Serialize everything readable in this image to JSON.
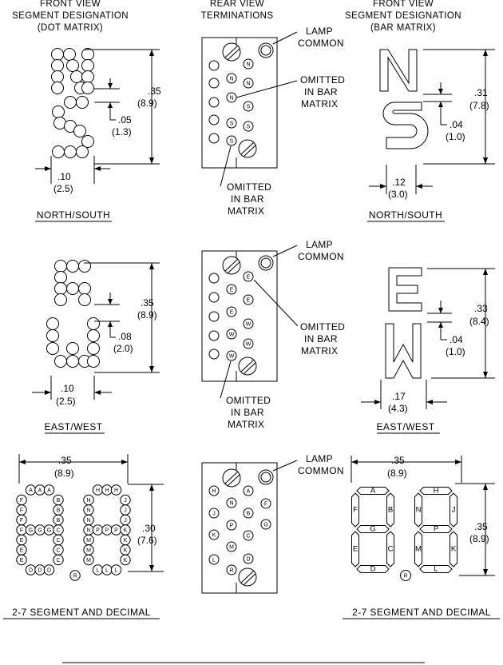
{
  "headers": {
    "front_dot": [
      "FRONT VIEW",
      "SEGMENT DESIGNATION",
      "(DOT MATRIX)"
    ],
    "rear": [
      "REAR VIEW",
      "TERMINATIONS"
    ],
    "front_bar": [
      "FRONT VIEW",
      "SEGMENT DESIGNATION",
      "(BAR MATRIX)"
    ]
  },
  "captions": {
    "north_south": "NORTH/SOUTH",
    "east_west": "EAST/WEST",
    "segment": "2-7 SEGMENT AND DECIMAL"
  },
  "notes": {
    "lamp": [
      "LAMP",
      "COMMON"
    ],
    "omitted": [
      "OMITTED",
      "IN BAR",
      "MATRIX"
    ]
  },
  "dims": {
    "ns_dot_h": [
      ".35",
      "(8.9)"
    ],
    "ns_dot_gap": [
      ".05",
      "(1.3)"
    ],
    "ns_dot_w": [
      ".10",
      "(2.5)"
    ],
    "ns_bar_h": [
      ".31",
      "(7.8)"
    ],
    "ns_bar_gap": [
      ".04",
      "(1.0)"
    ],
    "ns_bar_w": [
      ".12",
      "(3.0)"
    ],
    "ew_dot_h": [
      ".35",
      "(8.9)"
    ],
    "ew_dot_gap": [
      ".08",
      "(2.0)"
    ],
    "ew_dot_w": [
      ".10",
      "(2.5)"
    ],
    "ew_bar_h": [
      ".33",
      "(8.4)"
    ],
    "ew_bar_gap": [
      ".04",
      "(1.0)"
    ],
    "ew_bar_w": [
      ".17",
      "(4.3)"
    ],
    "seg_dot_w": [
      ".35",
      "(8.9)"
    ],
    "seg_dot_h": [
      ".30",
      "(7.6)"
    ],
    "seg_bar_w": [
      ".35",
      "(8.9)"
    ],
    "seg_bar_h": [
      ".35",
      "(8.9)"
    ]
  },
  "letters": {
    "n": "N",
    "s": "S",
    "e": "E",
    "w": "W",
    "r": "R",
    "a": "A",
    "b": "B",
    "c": "C",
    "d": "D",
    "f": "F",
    "g": "G",
    "h": "H",
    "j": "J",
    "k": "K",
    "l": "L",
    "m": "M",
    "p": "P"
  },
  "dot_grid": {
    "left_digit": [
      [
        "",
        "A",
        "A",
        "A",
        ""
      ],
      [
        "F",
        "",
        "",
        "",
        "B"
      ],
      [
        "F",
        "",
        "",
        "",
        "B"
      ],
      [
        "F",
        "",
        "",
        "",
        "B"
      ],
      [
        "F",
        "G",
        "G",
        "G",
        "C"
      ],
      [
        "E",
        "",
        "",
        "",
        "C"
      ],
      [
        "E",
        "",
        "",
        "",
        "C"
      ],
      [
        "E",
        "",
        "",
        "",
        "C"
      ],
      [
        "",
        "D",
        "D",
        "D",
        ""
      ]
    ],
    "right_digit": [
      [
        "",
        "H",
        "H",
        "H",
        ""
      ],
      [
        "N",
        "",
        "",
        "",
        "J"
      ],
      [
        "N",
        "",
        "",
        "",
        "J"
      ],
      [
        "N",
        "",
        "",
        "",
        "J"
      ],
      [
        "N",
        "P",
        "P",
        "P",
        "K"
      ],
      [
        "M",
        "",
        "",
        "",
        "K"
      ],
      [
        "M",
        "",
        "",
        "",
        "K"
      ],
      [
        "M",
        "",
        "",
        "",
        "K"
      ],
      [
        "",
        "L",
        "L",
        "L",
        ""
      ]
    ]
  },
  "terminal_labels": {
    "ns": {
      "left": [
        "",
        "",
        "",
        "",
        "",
        ""
      ],
      "mid": [
        "",
        "N",
        "N",
        "S",
        "S"
      ],
      "right": [
        "N",
        "N",
        "S",
        "S"
      ]
    },
    "ew": {
      "mid": [
        "E",
        "E",
        "W",
        "W"
      ],
      "right": [
        "E",
        "E",
        "W",
        "W"
      ]
    },
    "seg": {
      "left": [
        "H",
        "J",
        "K",
        "L"
      ],
      "mid": [
        "A",
        "N",
        "P",
        "M",
        "R"
      ],
      "right": [
        "A",
        "F",
        "G",
        "D"
      ],
      "extra": [
        "B",
        "C"
      ]
    }
  }
}
